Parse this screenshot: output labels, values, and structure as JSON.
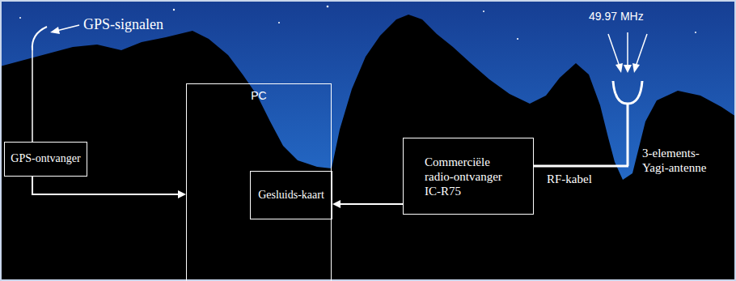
{
  "diagram": {
    "nodes": [
      {
        "text": [
          "GPS-ontvanger"
        ]
      },
      {
        "text": [
          "PC"
        ]
      },
      {
        "text": [
          "Gesluids-kaart"
        ],
        "in": 1
      },
      {
        "text": [
          "Commerciële radio-ontvanger IC-R75"
        ]
      }
    ],
    "edges": [
      {
        "from": 0,
        "to": 1,
        "arrow": "to"
      },
      {
        "from": 3,
        "to": 2,
        "arrow": "to"
      }
    ],
    "labels": [
      "GPS-signalen",
      "49.97 MHz",
      "3-elements-Yagi-antenne",
      "RF-kabel"
    ]
  }
}
